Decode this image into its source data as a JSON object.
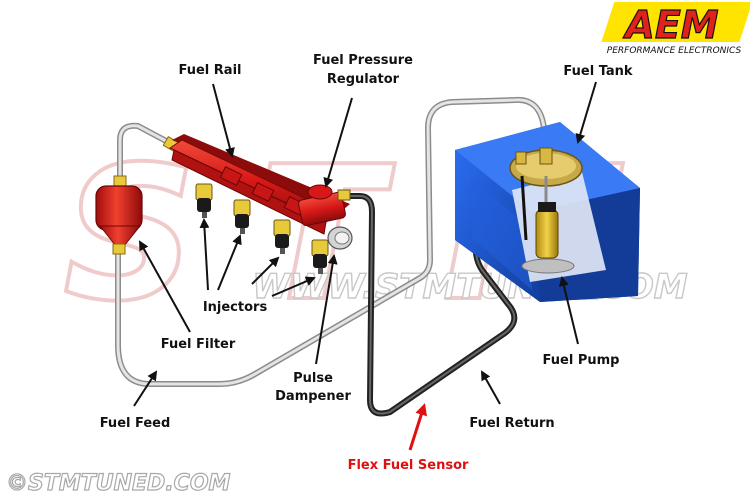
{
  "logo": {
    "brand": "AEM",
    "tagline": "PERFORMANCE ELECTRONICS",
    "colors": {
      "yellow": "#ffe400",
      "red": "#e1221c",
      "black": "#111111"
    }
  },
  "watermark": {
    "large": "STM",
    "url": "WWW.STMTUNED.COM"
  },
  "copyright": "©STMTUNED.COM",
  "labels": {
    "fuel_rail": "Fuel Rail",
    "fpr": [
      "Fuel Pressure",
      "Regulator"
    ],
    "fuel_tank": "Fuel Tank",
    "injectors": "Injectors",
    "fuel_filter": "Fuel Filter",
    "fuel_pump": "Fuel Pump",
    "pulse_dampener": [
      "Pulse",
      "Dampener"
    ],
    "fuel_feed": "Fuel Feed",
    "fuel_return": "Fuel Return",
    "flex_fuel_sensor": "Flex Fuel Sensor"
  },
  "colors": {
    "label_text": "#111111",
    "highlight_label": "#e01010",
    "rail_red": "#d81818",
    "tank_blue": "#1d5ad6",
    "feed_line": "#c9c9c9",
    "return_line": "#3a3a3a"
  }
}
